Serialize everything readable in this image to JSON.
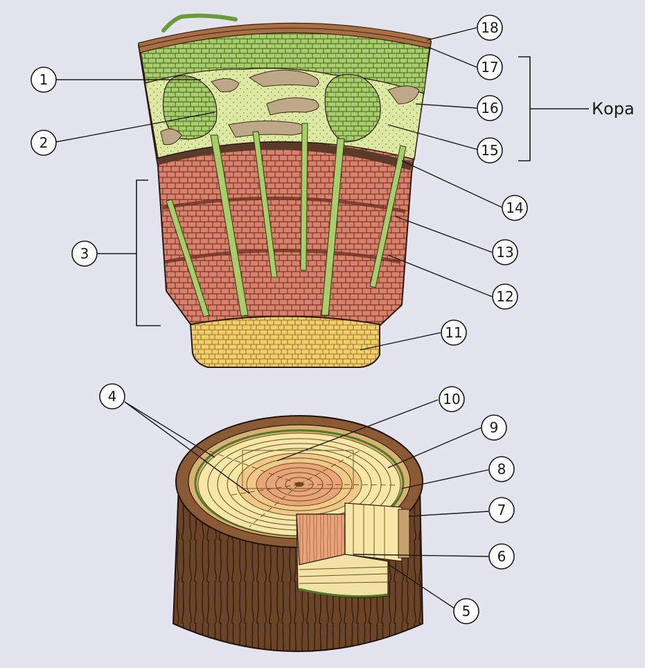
{
  "labels": [
    "1",
    "2",
    "3",
    "4",
    "5",
    "6",
    "7",
    "8",
    "9",
    "10",
    "11",
    "12",
    "13",
    "14",
    "15",
    "16",
    "17",
    "18"
  ],
  "bracket_label": "Кора",
  "colors": {
    "background": "#e4e4ee",
    "cork": "#a86f45",
    "cortex": "#a8cc6a",
    "phloem_light": "#dde8a0",
    "wood_xylem": "#d9806a",
    "pith": "#f2cf6a",
    "stump_bark": "#6b4428",
    "stump_rings": "#f6e6a8"
  }
}
